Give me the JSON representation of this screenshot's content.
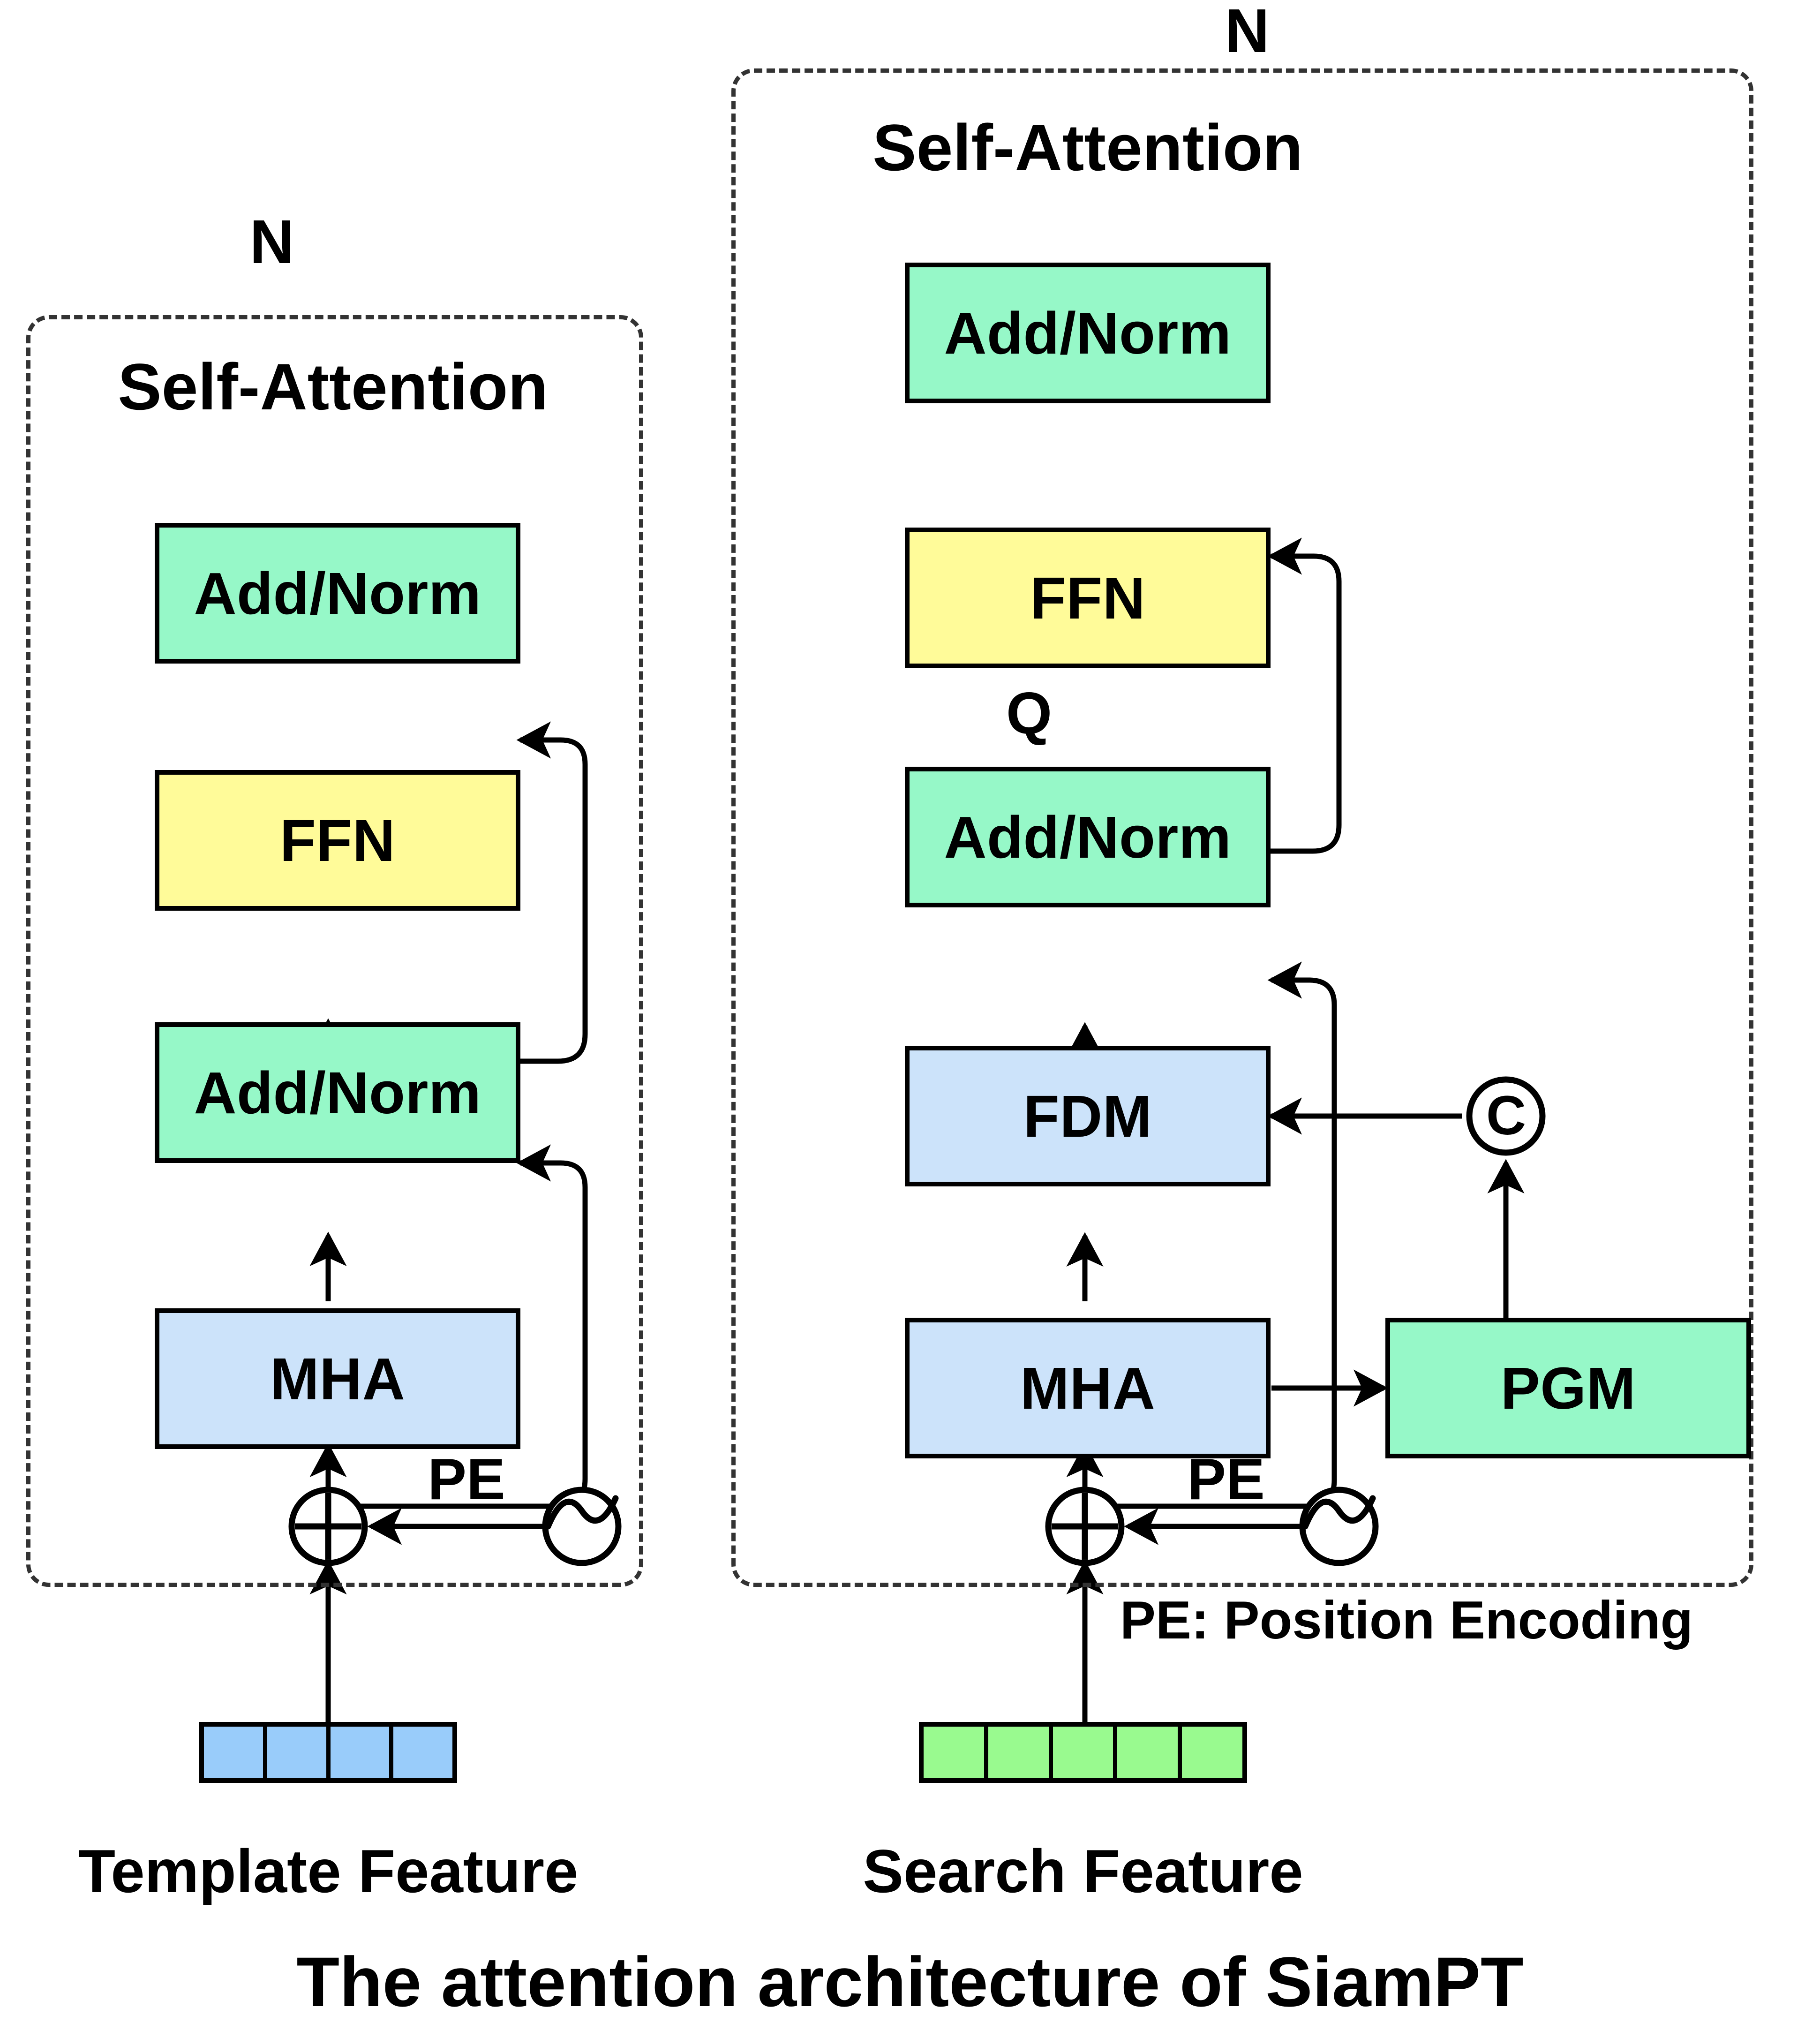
{
  "figure": {
    "caption": "The attention architecture of SiamPT",
    "legend_note": "PE: Position Encoding"
  },
  "branches": [
    {
      "id": "template",
      "repeat_label": "N",
      "group_title": "Self-Attention",
      "input_label": "Template Feature",
      "input_segments": 4,
      "input_color": "#99CCFA",
      "pe_label": "PE",
      "blocks": [
        {
          "label": "Add/Norm",
          "color": "#96F8C8",
          "kind": "add-norm"
        },
        {
          "label": "FFN",
          "color": "#FFFB99",
          "kind": "ffn"
        },
        {
          "label": "Add/Norm",
          "color": "#96F8C8",
          "kind": "add-norm"
        },
        {
          "label": "MHA",
          "color": "#CCE3FA",
          "kind": "mha"
        }
      ]
    },
    {
      "id": "search",
      "repeat_label": "N",
      "group_title": "Self-Attention",
      "input_label": "Search Feature",
      "input_segments": 5,
      "input_color": "#99FA8F",
      "pe_label": "PE",
      "query_label": "Q",
      "concat_label": "C",
      "blocks": [
        {
          "label": "Add/Norm",
          "color": "#96F8C8",
          "kind": "add-norm"
        },
        {
          "label": "FFN",
          "color": "#FFFB99",
          "kind": "ffn"
        },
        {
          "label": "Add/Norm",
          "color": "#96F8C8",
          "kind": "add-norm"
        },
        {
          "label": "FDM",
          "color": "#CCE3FA",
          "kind": "fdm"
        },
        {
          "label": "MHA",
          "color": "#CCE3FA",
          "kind": "mha"
        },
        {
          "label": "PGM",
          "color": "#96F8C8",
          "kind": "pgm"
        }
      ]
    }
  ],
  "colors": {
    "green": "#96F8C8",
    "yellow": "#FFFB99",
    "blue": "#CCE3FA",
    "stroke": "#000000",
    "dashed": "#333333"
  }
}
